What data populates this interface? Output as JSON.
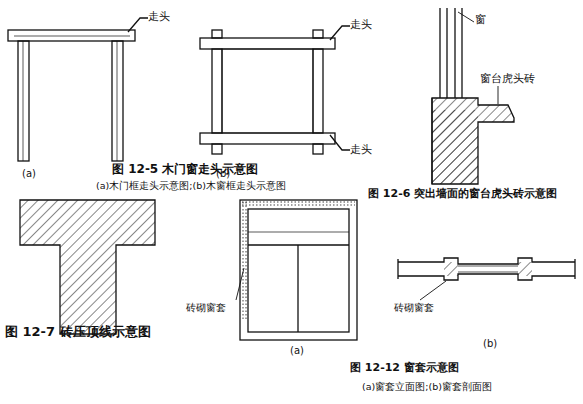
{
  "diagram": {
    "labels": [
      "走头",
      "(a)",
      "走头",
      "走头",
      "(b)",
      "图 12-5  木门窗走头示意图",
      "(a)木门框走头示意图;(b)木窗框走头示意图",
      "窗",
      "窗台虎头砖",
      "图 12-6  突出墙面的窗台虎头砖示意图",
      "图 12-7  砖压顶线示意图",
      "砖砌窗套",
      "(a)",
      "砖砌窗套",
      "(b)",
      "图 12-12  窗套示意图",
      "(a)窗套立面图;(b)窗套剖面图"
    ]
  }
}
